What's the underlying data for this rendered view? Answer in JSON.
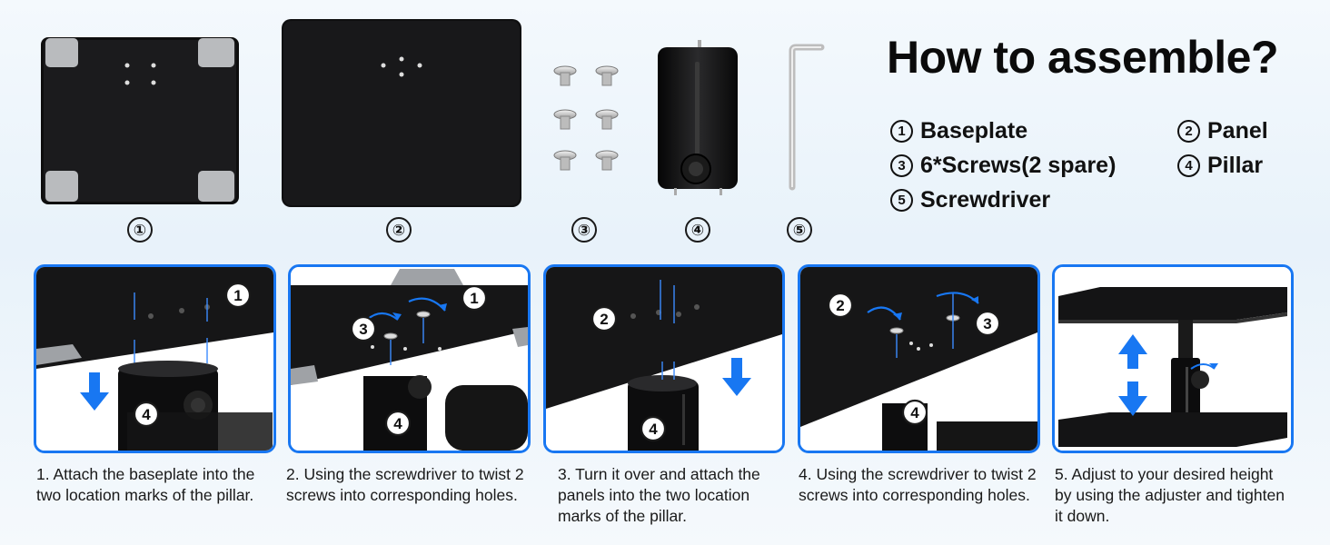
{
  "title": "How to assemble?",
  "parts": {
    "labels": [
      "①",
      "②",
      "③",
      "④",
      "⑤"
    ]
  },
  "parts_list": [
    {
      "num": "1",
      "name": "Baseplate"
    },
    {
      "num": "2",
      "name": "Panel"
    },
    {
      "num": "3",
      "name": "6*Screws(2 spare)"
    },
    {
      "num": "4",
      "name": "Pillar"
    },
    {
      "num": "5",
      "name": "Screwdriver"
    }
  ],
  "steps": [
    {
      "caption_l1": "1. Attach the baseplate into the",
      "caption_l2": "two location marks of the pillar.",
      "caption_l3": "",
      "badges": [
        "1",
        "4"
      ]
    },
    {
      "caption_l1": "2. Using the screwdriver to twist 2",
      "caption_l2": "screws into corresponding holes.",
      "caption_l3": "",
      "badges": [
        "3",
        "1",
        "4"
      ]
    },
    {
      "caption_l1": "3. Turn it over and attach the",
      "caption_l2": "panels into the two location",
      "caption_l3": "marks of the pillar.",
      "badges": [
        "2",
        "4"
      ]
    },
    {
      "caption_l1": "4. Using the screwdriver to twist 2",
      "caption_l2": "screws into corresponding holes.",
      "caption_l3": "",
      "badges": [
        "2",
        "3",
        "4"
      ]
    },
    {
      "caption_l1": "5. Adjust to your desired height",
      "caption_l2": "by using the adjuster and tighten",
      "caption_l3": "it down.",
      "badges": []
    }
  ],
  "colors": {
    "accent_blue": "#1877f2",
    "plate_black": "#111111",
    "pad_gray": "#b7b9bc"
  }
}
